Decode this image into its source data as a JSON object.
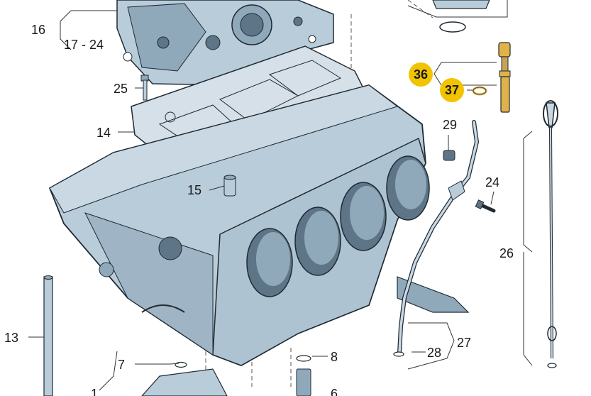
{
  "figure": {
    "colors": {
      "part_fill": "#b9ccd9",
      "part_shade": "#8fa8ba",
      "part_dark": "#5e7587",
      "outline": "#1f2a33",
      "leader": "#333333",
      "dash": "#555555",
      "highlight": "#f2c400",
      "gold": "#e0b24a"
    },
    "callouts": {
      "c16": "16",
      "c17_24": "17 - 24",
      "c25": "25",
      "c14": "14",
      "c15": "15",
      "c13": "13",
      "c7": "7",
      "c1": "1",
      "c8": "8",
      "c6": "6",
      "c28": "28",
      "c27": "27",
      "c29": "29",
      "c24": "24",
      "c26": "26",
      "c36": "36",
      "c37": "37"
    },
    "highlighted": [
      "36",
      "37"
    ]
  }
}
